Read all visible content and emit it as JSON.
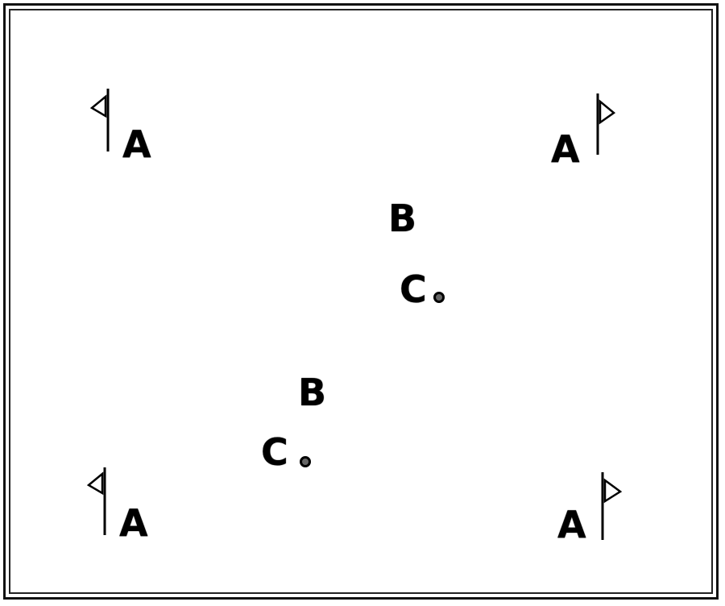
{
  "diagram": {
    "labels": {
      "a_top_left": "A",
      "a_top_right": "A",
      "a_bottom_left": "A",
      "a_bottom_right": "A",
      "b_upper": "B",
      "b_lower": "B",
      "c_upper": "C",
      "c_lower": "C"
    }
  }
}
